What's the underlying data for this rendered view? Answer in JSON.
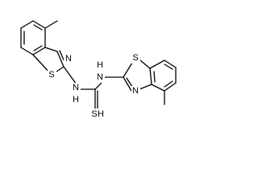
{
  "molecule": {
    "atoms": {
      "s_left": "S",
      "n_left_ring": "N",
      "nh_left": "N",
      "h_left": "H",
      "nh_right": "N",
      "h_right": "H",
      "thione_s": "S",
      "h_thione": "H",
      "s_right": "S",
      "n_right_ring": "N"
    }
  }
}
